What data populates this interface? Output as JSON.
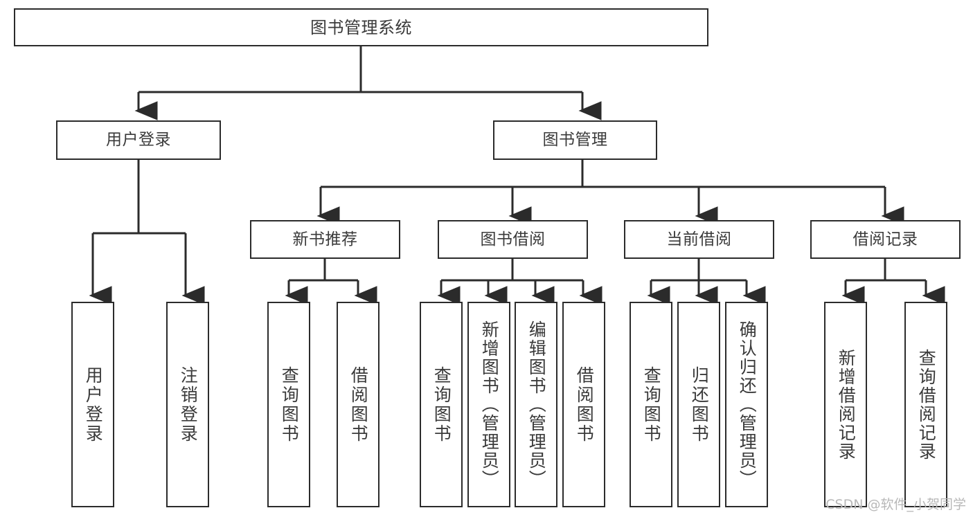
{
  "diagram": {
    "type": "tree-hierarchy-chart",
    "title": "图书管理系统",
    "watermark": "CSDN @软件_小贺同学",
    "colors": {
      "background": "#ffffff",
      "border": "#2b2b2b",
      "text": "#3a3a3a",
      "connector": "#2b2b2b",
      "watermark": "#b8b8b8"
    },
    "root": {
      "label": "图书管理系统"
    },
    "level2": [
      {
        "label": "用户登录"
      },
      {
        "label": "图书管理"
      }
    ],
    "level3": [
      {
        "label": "新书推荐"
      },
      {
        "label": "图书借阅"
      },
      {
        "label": "当前借阅"
      },
      {
        "label": "借阅记录"
      }
    ],
    "leaves": {
      "user_login": [
        {
          "label": "用户登录"
        },
        {
          "label": "注销登录"
        }
      ],
      "new_book_recommend": [
        {
          "label": "查询图书"
        },
        {
          "label": "借阅图书"
        }
      ],
      "book_borrow": [
        {
          "label": "查询图书"
        },
        {
          "label": "新增图书（管理员）"
        },
        {
          "label": "编辑图书（管理员）"
        },
        {
          "label": "借阅图书"
        }
      ],
      "current_borrow": [
        {
          "label": "查询图书"
        },
        {
          "label": "归还图书"
        },
        {
          "label": "确认归还（管理员）"
        }
      ],
      "borrow_record": [
        {
          "label": "新增借阅记录"
        },
        {
          "label": "查询借阅记录"
        }
      ]
    }
  }
}
